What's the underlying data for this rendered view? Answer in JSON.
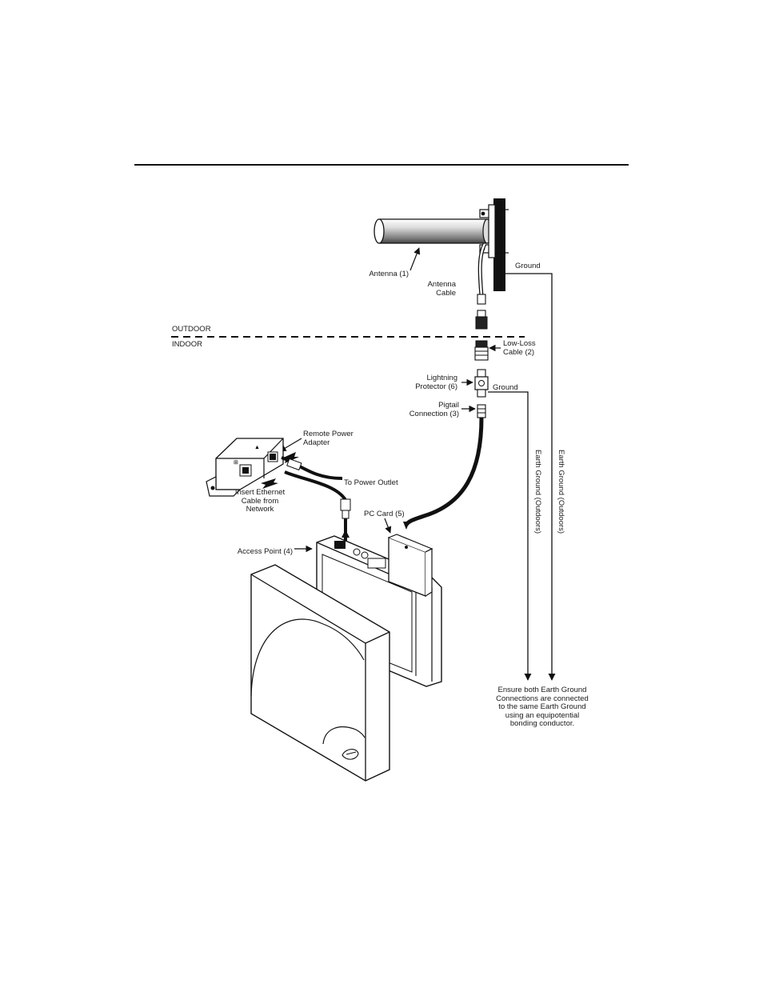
{
  "labels": {
    "antenna": "Antenna (1)",
    "antenna_cable": "Antenna\nCable",
    "ground_top": "Ground",
    "outdoor": "OUTDOOR",
    "indoor": "INDOOR",
    "low_loss_cable": "Low-Loss\nCable (2)",
    "lightning_protector": "Lightning\nProtector (6)",
    "ground_mid": "Ground",
    "pigtail": "Pigtail\nConnection (3)",
    "remote_power_adapter": "Remote Power\nAdapter",
    "to_power_outlet": "To Power Outlet",
    "insert_ethernet": "Insert Ethernet\nCable from\nNetwork",
    "pc_card": "PC Card (5)",
    "access_point": "Access Point (4)",
    "earth_ground_1": "Earth Ground (Outdoors)",
    "earth_ground_2": "Earth Ground (Outdoors)",
    "ensure_note": "Ensure both Earth Ground\nConnections are connected\nto the same Earth Ground\nusing an equipotential\nbonding conductor."
  }
}
